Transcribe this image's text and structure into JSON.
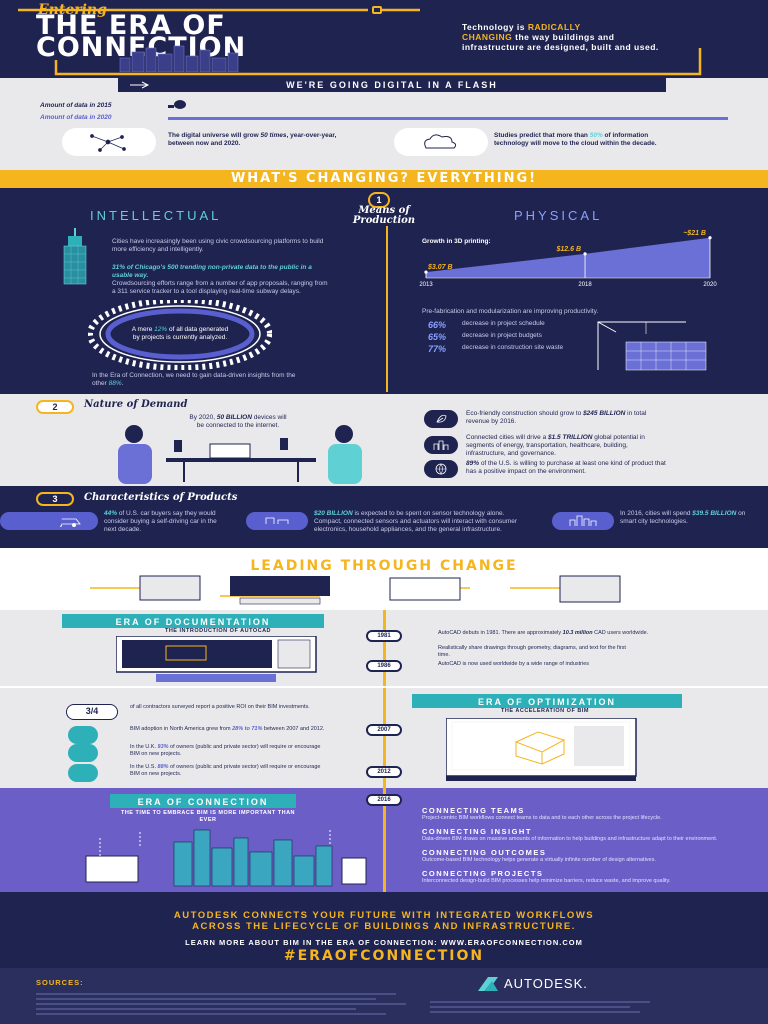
{
  "hero": {
    "kicker": "Entering",
    "title_line1": "THE ERA OF",
    "title_line2": "CONNECTION",
    "tagline_p1": "Technology is ",
    "tagline_hl1": "RADICALLY",
    "tagline_hl2": "CHANGING",
    "tagline_p2": " the way buildings and infrastructure are designed, built and used."
  },
  "digital": {
    "banner": "WE'RE GOING DIGITAL IN A FLASH",
    "amount_2015_label": "Amount of data in 2015",
    "amount_2020_label": "Amount of data in 2020",
    "universe_p1": "The digital universe will grow ",
    "universe_em": "50 times",
    "universe_p2": ", year-over-year, between now and 2020.",
    "cloud_p1": "Studies predict that more than ",
    "cloud_em": "50%",
    "cloud_p2": " of information technology will move to the cloud within the decade."
  },
  "changing": {
    "banner": "WHAT'S CHANGING? EVERYTHING!",
    "step1_num": "1",
    "step1_label_a": "Means of",
    "step1_label_b": "Production",
    "intellectual": "INTELLECTUAL",
    "physical": "PHYSICAL",
    "civic_text": "Cities have increasingly been using civic crowdsourcing platforms to build more efficiency and intelligently.",
    "chicago_em": "31% of Chicago's 500 trending non-private data to the public in a usable way.",
    "chicago_text": "Crowdsourcing efforts range from a number of app proposals, ranging from a 311 service tracker to a tool displaying real-time subway delays.",
    "ring_p1": "A mere ",
    "ring_em": "12%",
    "ring_p2": " of all data generated by projects is currently analyzed.",
    "era_text_p1": "In the Era of Connection, we need to gain data-driven insights from the other ",
    "era_text_em": "88%",
    "era_text_p2": ".",
    "growth_title": "Growth in 3D printing:",
    "pf_text": "Pre-fabrication and modularization are improving productivity.",
    "stats": [
      {
        "pct": "66%",
        "text": "decrease in project schedule"
      },
      {
        "pct": "65%",
        "text": "decrease in project budgets"
      },
      {
        "pct": "77%",
        "text": "decrease in construction site waste"
      }
    ]
  },
  "chart_data": {
    "type": "line",
    "categories": [
      "2013",
      "2018",
      "2020"
    ],
    "values": [
      3.07,
      12.6,
      21
    ],
    "value_labels": [
      "$3.07 B",
      "$12.6 B",
      "~$21 B"
    ],
    "title": "Growth in 3D printing:",
    "xlabel": "",
    "ylabel": "",
    "ylim": [
      0,
      24
    ],
    "grid": false
  },
  "nature": {
    "num": "2",
    "label": "Nature of Demand",
    "devices_p1": "By 2020, ",
    "devices_em": "50 BILLION",
    "devices_p2": " devices will be connected to the internet.",
    "items": [
      {
        "p1": "Eco-friendly construction should grow to ",
        "em": "$245 BILLION",
        "p2": " in total revenue by 2016."
      },
      {
        "p1": "Connected cities will drive a ",
        "em": "$1.5 TRILLION",
        "p2": " global potential in segments of energy, transportation, healthcare, building, infrastructure, and governance."
      },
      {
        "p1": "",
        "em": "89%",
        "p2": " of the U.S. is willing to purchase at least one kind of product that has a positive impact on the environment."
      }
    ]
  },
  "characteristics": {
    "num": "3",
    "label": "Characteristics of Products",
    "car_p1": "",
    "car_em": "44%",
    "car_p2": " of U.S. car buyers say they would consider buying a self-driving car in the next decade.",
    "sensor_em": "$20 BILLION",
    "sensor_p2": " is expected to be spent on sensor technology alone. Compact, connected sensors and actuators will interact with consumer electronics, household appliances, and the general infrastructure.",
    "smart_p1": "In 2016, cities will spend ",
    "smart_em": "$39.5 BILLION",
    "smart_p2": " on smart city technologies."
  },
  "leading": {
    "title": "LEADING THROUGH CHANGE",
    "doc_ribbon": "ERA OF DOCUMENTATION",
    "doc_sub": "THE INTRODUCTION OF AUTOCAD",
    "y1981": "1981",
    "y1986": "1986",
    "t1981_p1": "AutoCAD debuts in 1981. There are approximately ",
    "t1981_em": "10.3 million",
    "t1981_p2": " CAD users worldwide.",
    "t_share": "Realistically share drawings through geometry, diagrams, and text for the first time.",
    "t1986": "AutoCAD is now used worldwide by a wide range of industries",
    "fraction": "3/4",
    "t_contractors": "of all contractors surveyed report a positive ROI on their BIM investments.",
    "y2007": "2007",
    "t_bim_p1": "BIM adoption in North America grew from ",
    "t_bim_em1": "28% to 71%",
    "t_bim_p2": " between 2007 and 2012.",
    "opt_ribbon": "ERA OF OPTIMIZATION",
    "opt_sub": "THE ACCELERATION OF BIM",
    "t_uk_p1": "In the U.K. ",
    "t_uk_em": "93%",
    "t_uk_p2": " of owners (public and private sector) will require or encourage BIM on new projects.",
    "y2012": "2012",
    "t_us_p1": "In the U.S. ",
    "t_us_em": "88%",
    "t_us_p2": " of owners (public and private sector) will require or encourage BIM on new projects.",
    "conn_ribbon": "ERA OF CONNECTION",
    "conn_sub": "THE TIME TO EMBRACE BIM IS MORE IMPORTANT THAN EVER",
    "y2016": "2016",
    "connecting": [
      {
        "head": "CONNECTING TEAMS",
        "text": "Project-centric BIM workflows connect teams to data and to each other across the project lifecycle."
      },
      {
        "head": "CONNECTING INSIGHT",
        "text": "Data-driven BIM draws on massive amounts of information to help buildings and infrastructure adapt to their environment."
      },
      {
        "head": "CONNECTING OUTCOMES",
        "text": "Outcome-based BIM technology helps generate a virtually infinite number of design alternatives."
      },
      {
        "head": "CONNECTING PROJECTS",
        "text": "Interconnected design-build BIM processes help minimize barriers, reduce waste, and improve quality."
      }
    ],
    "autodesk_banner_1": "AUTODESK CONNECTS YOUR FUTURE WITH INTEGRATED WORKFLOWS",
    "autodesk_banner_2": "ACROSS THE LIFECYCLE OF BUILDINGS AND INFRASTRUCTURE.",
    "learn_more": "LEARN MORE ABOUT BIM IN THE ERA OF CONNECTION: WWW.ERAOFCONNECTION.COM",
    "hashtag": "#ERAOFCONNECTION"
  },
  "footer": {
    "sources_label": "SOURCES:",
    "brand": "AUTODESK."
  }
}
